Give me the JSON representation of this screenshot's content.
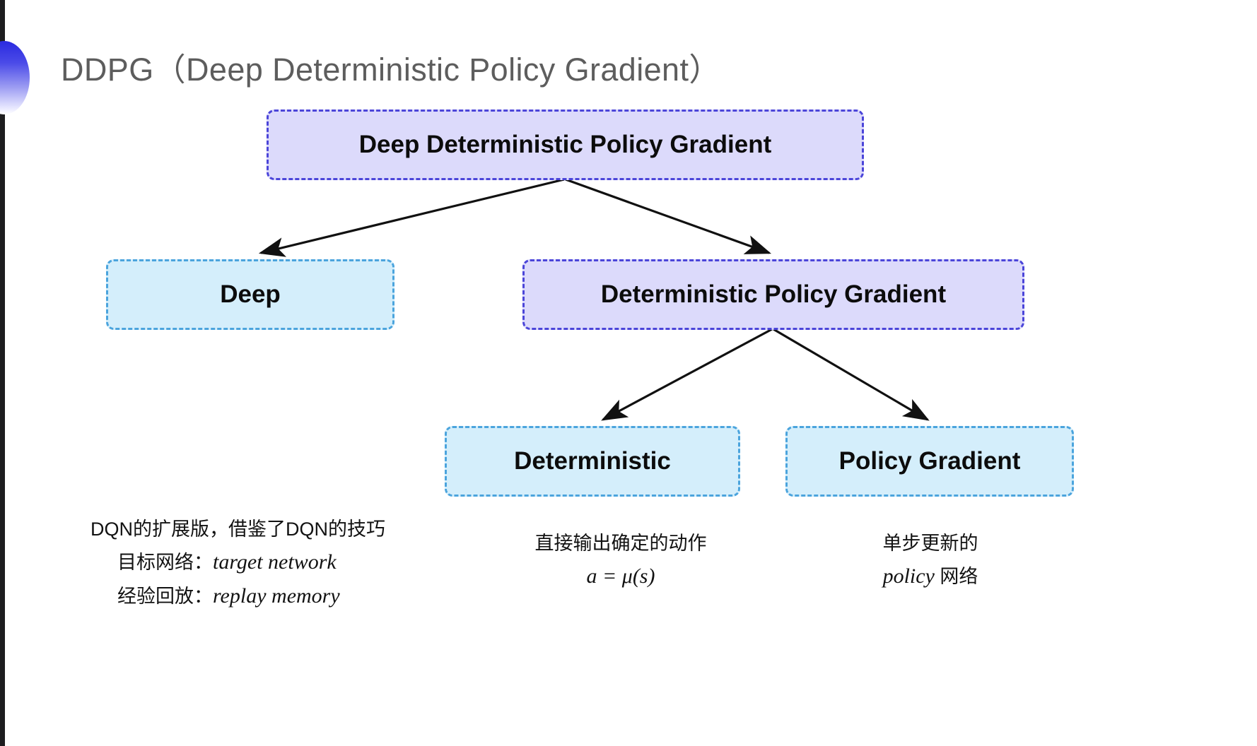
{
  "slide": {
    "title": "DDPG（Deep Deterministic Policy Gradient）",
    "background_color": "#ffffff",
    "title_color": "#5d5d5d"
  },
  "palette": {
    "purple_fill": "#dcdafb",
    "purple_border": "#4b45d9",
    "cyan_fill": "#d4eefb",
    "cyan_border": "#4ba4dd",
    "arrow_color": "#111111",
    "decoration_gradient_from": "#2a2ae0",
    "decoration_gradient_to": "#ffffff"
  },
  "nodes": {
    "root": {
      "label": "Deep Deterministic Policy Gradient",
      "style": "purple"
    },
    "deep": {
      "label": "Deep",
      "style": "cyan"
    },
    "dpg": {
      "label": "Deterministic Policy Gradient",
      "style": "purple"
    },
    "deterministic": {
      "label": "Deterministic",
      "style": "cyan"
    },
    "policy_gradient": {
      "label": "Policy Gradient",
      "style": "cyan"
    }
  },
  "captions": {
    "deep": {
      "line1": "DQN的扩展版，借鉴了DQN的技巧",
      "line2_label": "目标网络：",
      "line2_term": "target network",
      "line3_label": "经验回放：",
      "line3_term": "replay memory"
    },
    "deterministic": {
      "line1": "直接输出确定的动作",
      "formula": "a = μ(s)"
    },
    "policy_gradient": {
      "line1": "单步更新的",
      "line2_term": "policy",
      "line2_suffix": " 网络"
    }
  },
  "edges": [
    {
      "from": "root",
      "to": "deep"
    },
    {
      "from": "root",
      "to": "dpg"
    },
    {
      "from": "dpg",
      "to": "deterministic"
    },
    {
      "from": "dpg",
      "to": "policy_gradient"
    }
  ]
}
